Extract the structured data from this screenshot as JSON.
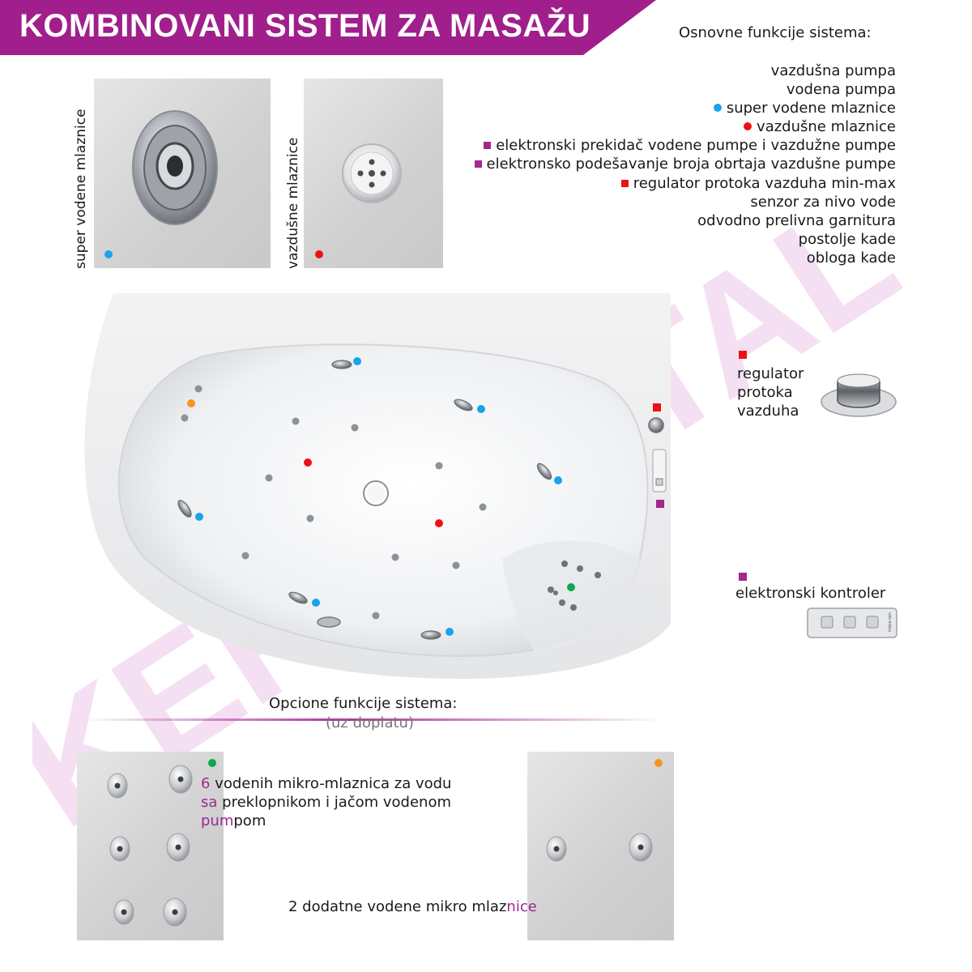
{
  "header": {
    "title": "KOMBINOVANI SISTEM ZA MASAŽU"
  },
  "colors": {
    "banner": "#a01f8c",
    "blue_marker": "#1aa3e8",
    "red_marker": "#ee1111",
    "purple_marker": "#a3288f",
    "green_marker": "#0ea84d",
    "orange_marker": "#f7931e",
    "watermark": "#f2d5ee"
  },
  "basic": {
    "heading": "Osnovne funkcije sistema:",
    "items": [
      {
        "text": "vazdušna pumpa",
        "marker": "none"
      },
      {
        "text": "vodena pumpa",
        "marker": "none"
      },
      {
        "text": "super vodene mlaznice",
        "marker": "blue-dot"
      },
      {
        "text": "vazdušne mlaznice",
        "marker": "red-dot"
      },
      {
        "text": "elektronski prekidač vodene pumpe i vazdužne pumpe",
        "marker": "purple-square"
      },
      {
        "text": "elektronsko podešavanje broja obrtaja vazdušne pumpe",
        "marker": "purple-square"
      },
      {
        "text": "regulator protoka vazduha min-max",
        "marker": "red-square"
      },
      {
        "text": "senzor za nivo vode",
        "marker": "none"
      },
      {
        "text": "odvodno prelivna garnitura",
        "marker": "none"
      },
      {
        "text": "postolje kade",
        "marker": "none"
      },
      {
        "text": "obloga kade",
        "marker": "none"
      }
    ]
  },
  "photos": {
    "super_jets_label": "super vodene mlaznice",
    "air_jets_label": "vazdušne mlaznice"
  },
  "air_regulator": {
    "lines": [
      "regulator",
      "protoka",
      "vazduha"
    ]
  },
  "controller": {
    "label": "elektronski kontroler",
    "brand": "kolpa-san"
  },
  "optional": {
    "heading": "Opcione funkcije sistema:",
    "subheading": "(uz doplatu)",
    "micro6": {
      "line1_prefix": "6",
      "line1_rest": " vodenih mikro-mlaznica za vodu",
      "line2_prefix": "sa",
      "line2_rest": " preklopnikom i jačom vodenom",
      "line3_prefix": "pum",
      "line3_rest": "pom"
    },
    "micro2": {
      "text_main": "2 dodatne vodene mikro mlaz",
      "text_tail": "nice"
    }
  },
  "watermark": {
    "text": "KERAMETAL"
  }
}
